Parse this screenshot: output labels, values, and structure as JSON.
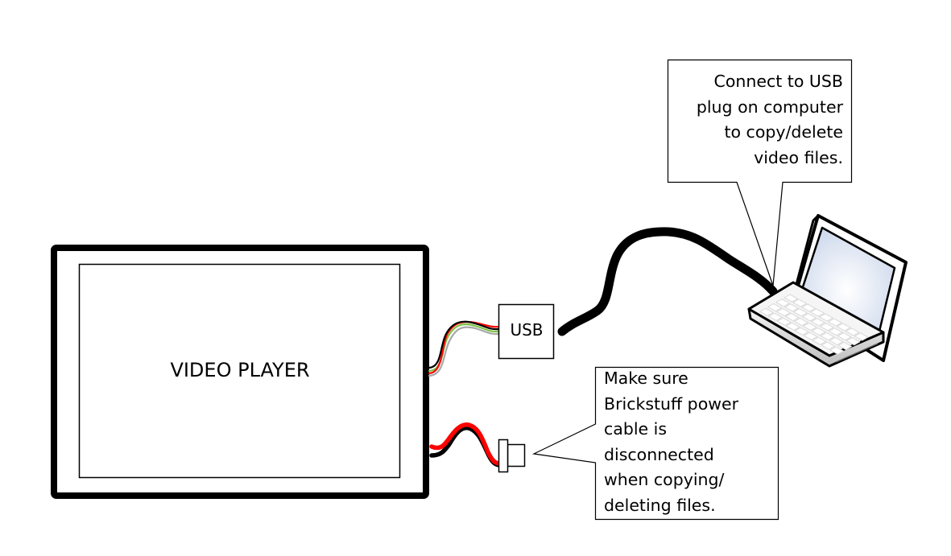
{
  "diagram": {
    "video_player": {
      "label": "VIDEO PLAYER"
    },
    "usb_connector": {
      "label": "USB"
    },
    "callouts": {
      "usb": {
        "lines": [
          "Connect to USB",
          "plug on computer",
          "to copy/delete",
          "video files."
        ]
      },
      "power": {
        "lines": [
          "Make sure",
          "Brickstuff power",
          "cable is",
          "disconnected",
          "when copying/",
          "deleting files."
        ]
      }
    },
    "colors": {
      "frame": "#000000",
      "usb_wire_red": "#ff0000",
      "usb_wire_green": "#7dc242",
      "usb_wire_black": "#000000",
      "usb_wire_white": "#a0a0a0",
      "power_wire_red": "#ff0000",
      "power_wire_black": "#000000",
      "laptop_screen": "#dfe6f2",
      "laptop_body": "#f2f2f2"
    }
  }
}
